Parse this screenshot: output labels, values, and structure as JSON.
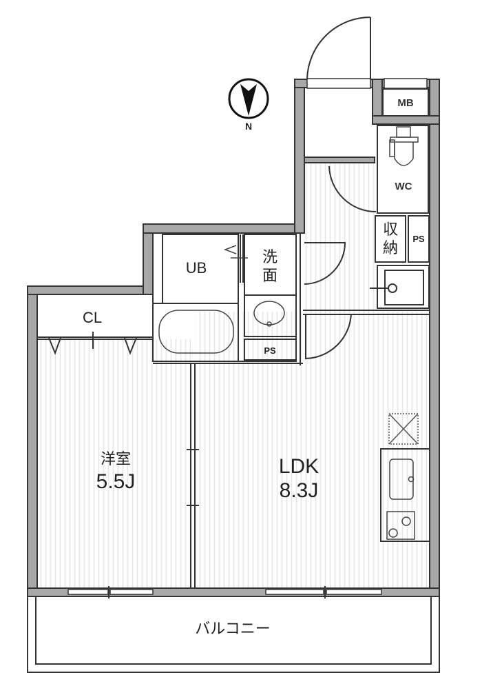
{
  "floor_plan": {
    "compass": {
      "label": "N"
    },
    "rooms": {
      "western_room": {
        "name": "洋室",
        "size": "5.5J"
      },
      "ldk": {
        "name": "LDK",
        "size": "8.3J"
      },
      "closet": {
        "name": "CL"
      },
      "unit_bath": {
        "name": "UB"
      },
      "washroom": {
        "name_line1": "洗",
        "name_line2": "面"
      },
      "ps_bath": {
        "name": "PS"
      },
      "toilet": {
        "name": "WC"
      },
      "storage": {
        "name_line1": "収",
        "name_line2": "納"
      },
      "ps_right": {
        "name": "PS"
      },
      "meter_box": {
        "name": "MB"
      },
      "balcony": {
        "name": "バルコニー"
      }
    },
    "colors": {
      "wall_fill": "#a8a8a8",
      "line": "#333333",
      "floor_stripe": "#ececec",
      "background": "#ffffff"
    }
  }
}
